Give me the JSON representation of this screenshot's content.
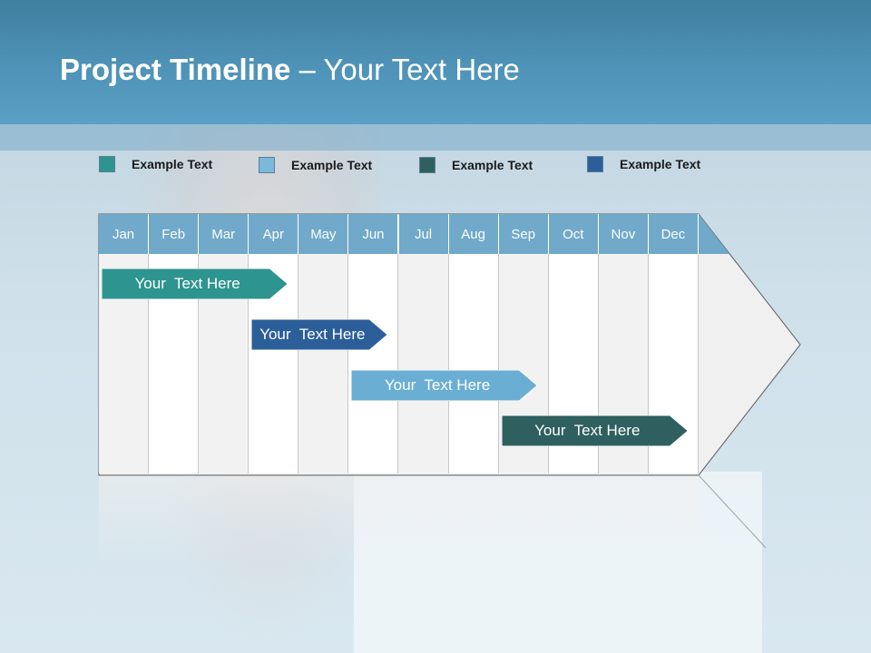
{
  "slide": {
    "title_bold": "Project Timeline",
    "title_rest": " – Your Text Here"
  },
  "legend": [
    {
      "label": "Example Text",
      "color": "#2e948f"
    },
    {
      "label": "Example Text",
      "color": "#7bb8d9"
    },
    {
      "label": "Example Text",
      "color": "#2f5f5f"
    },
    {
      "label": "Example Text",
      "color": "#2c5f9a"
    }
  ],
  "timeline": {
    "months": [
      "Jan",
      "Feb",
      "Mar",
      "Apr",
      "May",
      "Jun",
      "Jul",
      "Aug",
      "Sep",
      "Oct",
      "Nov",
      "Dec"
    ],
    "header_color": "#70a9c9",
    "tasks": [
      {
        "label": "Your  Text Here",
        "color": "#2e948f",
        "start": "Jan",
        "end": "Mar"
      },
      {
        "label": "Your  Text Here",
        "color": "#2c5f9a",
        "start": "Apr",
        "end": "May"
      },
      {
        "label": "Your  Text Here",
        "color": "#6aaed3",
        "start": "Jun",
        "end": "Aug"
      },
      {
        "label": "Your  Text Here",
        "color": "#2f5f5f",
        "start": "Sep",
        "end": "Nov"
      }
    ]
  }
}
